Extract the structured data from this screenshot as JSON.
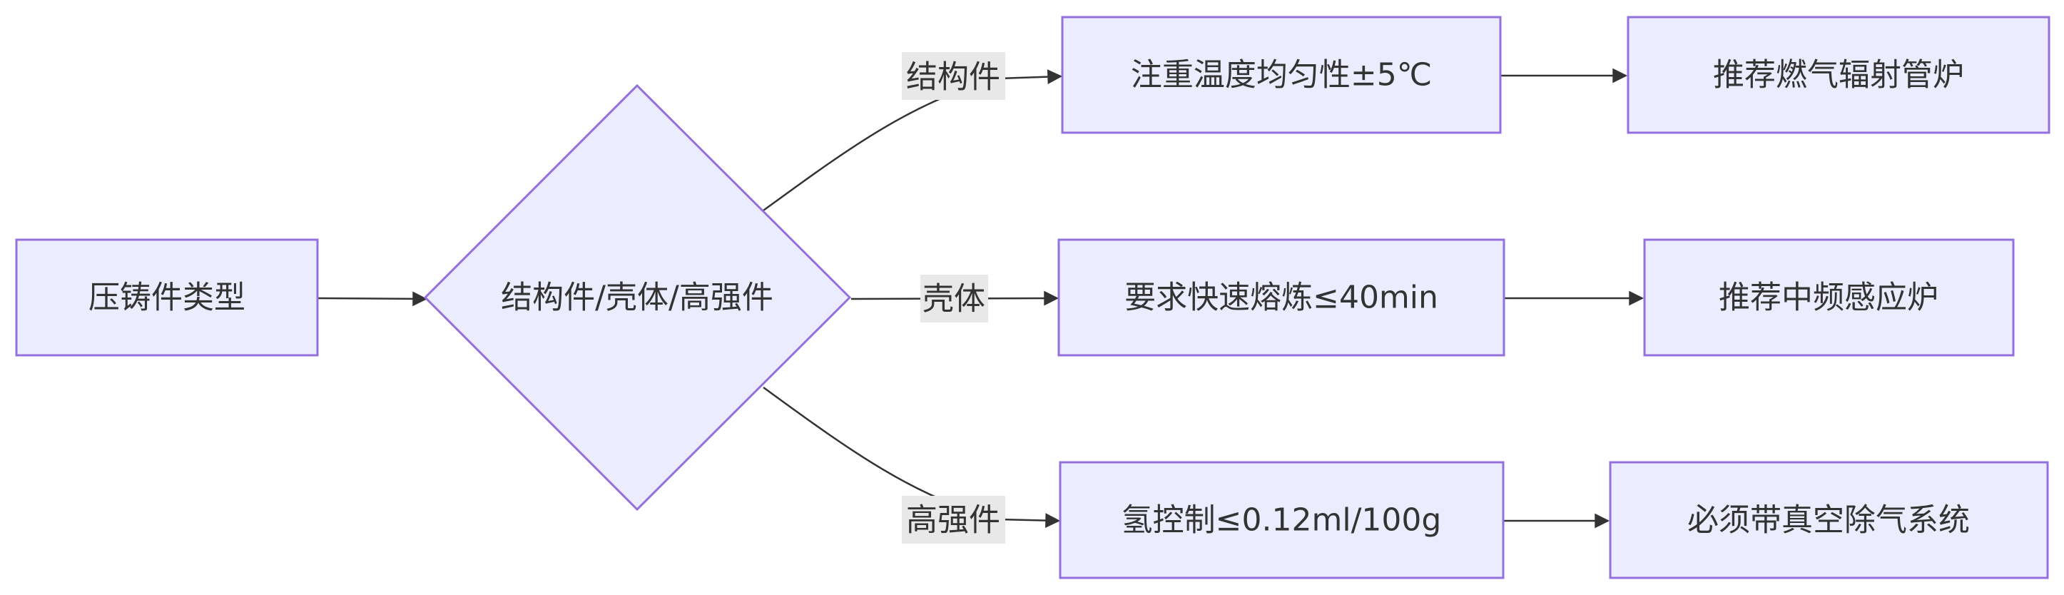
{
  "diagram": {
    "colors": {
      "node_fill": "#ECECFF",
      "node_stroke": "#9370DB",
      "edge": "#333333",
      "edge_label_bg": "#E8E8E8",
      "text": "#333333"
    },
    "nodes": {
      "start": "压铸件类型",
      "decision": "结构件/壳体/高强件",
      "req_structural": "注重温度均匀性±5℃",
      "rec_structural": "推荐燃气辐射管炉",
      "req_shell": "要求快速熔炼≤40min",
      "rec_shell": "推荐中频感应炉",
      "req_high_strength": "氢控制≤0.12ml/100g",
      "rec_high_strength": "必须带真空除气系统"
    },
    "edge_labels": {
      "structural": "结构件",
      "shell": "壳体",
      "high_strength": "高强件"
    }
  }
}
